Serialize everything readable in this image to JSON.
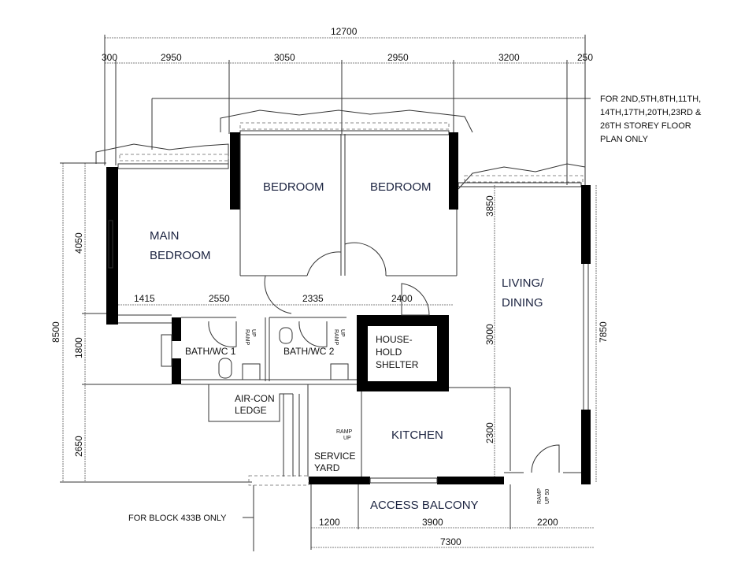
{
  "dimensions": {
    "top_total": "12700",
    "top_segments": [
      "300",
      "2950",
      "3050",
      "2950",
      "3200",
      "250"
    ],
    "left_total": "8500",
    "left_segments": [
      "4050",
      "1800",
      "2650"
    ],
    "interior_row": [
      "1415",
      "2550",
      "2335",
      "2400"
    ],
    "right_inner": [
      "3850",
      "3000",
      "2300"
    ],
    "right_total": "7850",
    "bottom_segments": [
      "1200",
      "3900",
      "2200"
    ],
    "bottom_total": "7300"
  },
  "rooms": {
    "main_bedroom": [
      "MAIN",
      "BEDROOM"
    ],
    "bedroom_1": "BEDROOM",
    "bedroom_2": "BEDROOM",
    "living_dining": [
      "LIVING/",
      "DINING"
    ],
    "bath_wc_1": "BATH/WC 1",
    "bath_wc_2": "BATH/WC 2",
    "household_shelter": [
      "HOUSE-",
      "HOLD",
      "SHELTER"
    ],
    "aircon_ledge": [
      "AIR-CON",
      "LEDGE"
    ],
    "kitchen": "KITCHEN",
    "service_yard": [
      "SERVICE",
      "YARD"
    ],
    "access_balcony": "ACCESS BALCONY"
  },
  "ramps": {
    "ramp": "RAMP",
    "up": "UP",
    "up_50": "UP 50"
  },
  "notes": {
    "storey_note": [
      "FOR 2ND,5TH,8TH,11TH,",
      "14TH,17TH,20TH,23RD &",
      "26TH STOREY FLOOR",
      "PLAN ONLY"
    ],
    "block_note": "FOR BLOCK 433B ONLY"
  }
}
